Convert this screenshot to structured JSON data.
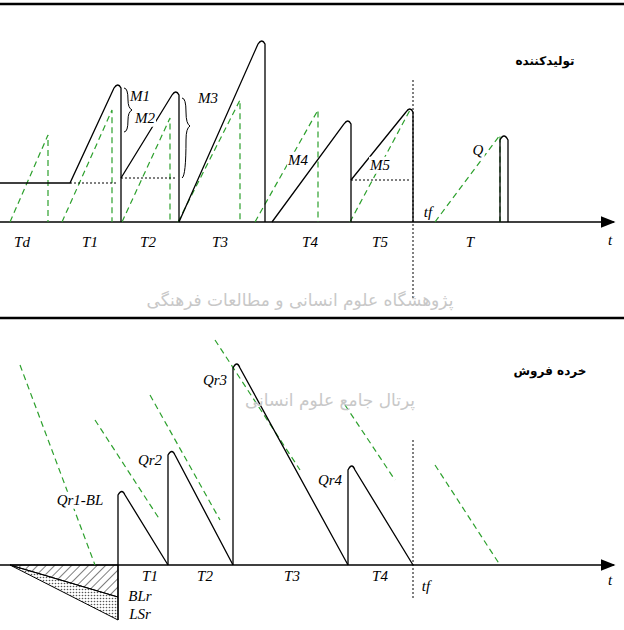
{
  "diagram": {
    "labels": [
      "تولیدکننده",
      "M1",
      "M2",
      "M3",
      "M4",
      "M5",
      "Q",
      "Td",
      "T1",
      "T2",
      "T3",
      "T4",
      "T5",
      "tf",
      "T",
      "t",
      "خرده فروش",
      "Qr1-BL",
      "Qr2",
      "Qr3",
      "Qr4",
      "BLr",
      "LSr",
      "T1",
      "T2",
      "T3",
      "T4",
      "tf",
      "t",
      "پژوهشگاه علوم انسانی و مطالعات فرهنگی",
      "پرتال جامع علوم انسانی"
    ]
  }
}
